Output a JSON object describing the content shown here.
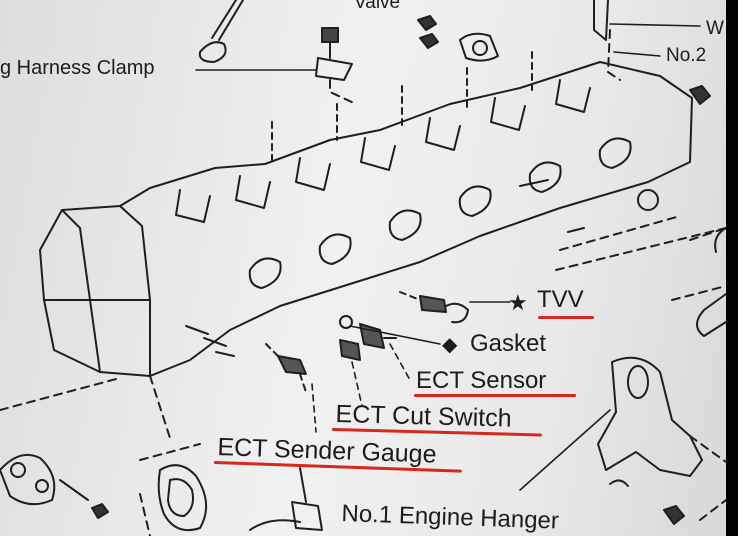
{
  "labels": {
    "valve": "Valve",
    "harness_clamp": "g Harness Clamp",
    "no2": "No.2",
    "w": "W",
    "tvv": "TVV",
    "gasket": "Gasket",
    "ect_sensor": "ECT Sensor",
    "ect_cut_switch": "ECT Cut Switch",
    "ect_sender_gauge": "ECT Sender Gauge",
    "no1_engine_hanger": "No.1 Engine Hanger"
  },
  "symbols": {
    "star": "★",
    "diamond": "◆"
  },
  "colors": {
    "ink": "#1c1c1c",
    "underline": "#d8281e",
    "paper": "#efeeee"
  }
}
